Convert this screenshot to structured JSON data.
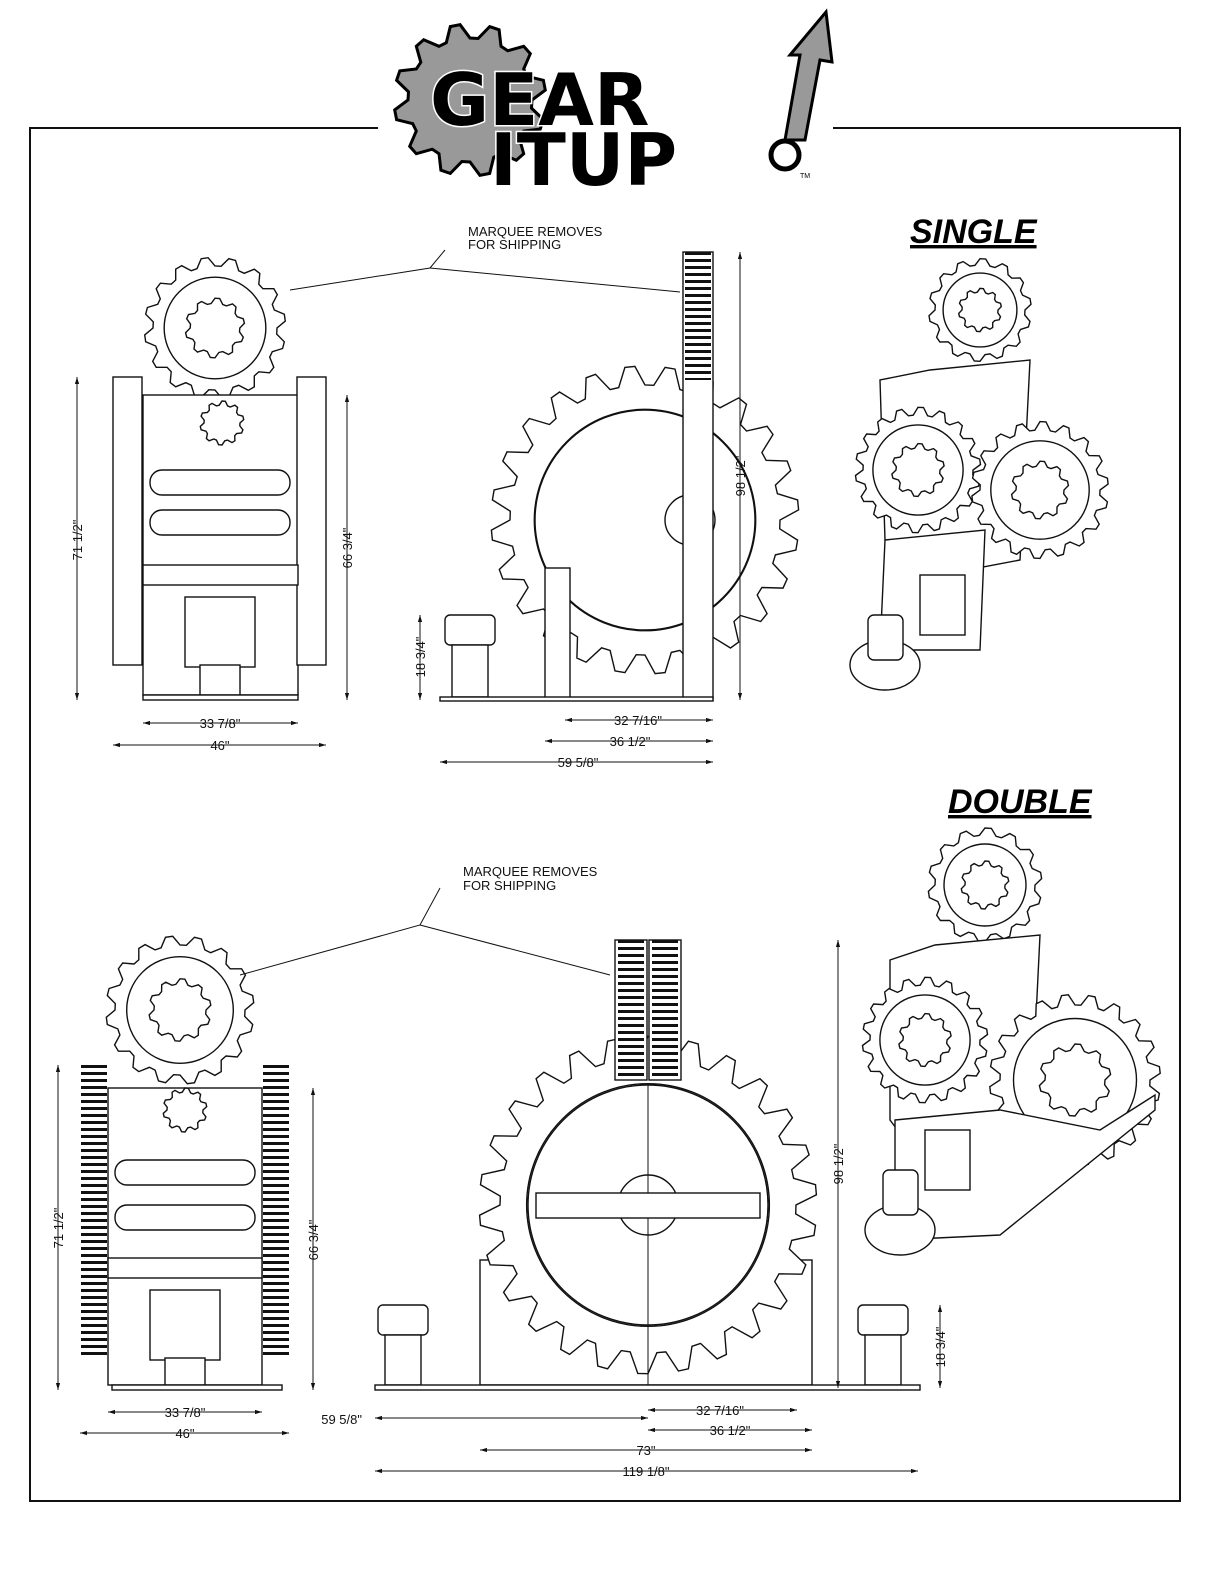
{
  "logo": {
    "line1": "GEAR",
    "line2": "ITUP",
    "trademark": "TM"
  },
  "single": {
    "title": "SINGLE",
    "marquee_note": [
      "MARQUEE REMOVES",
      "FOR SHIPPING"
    ],
    "front_dims": {
      "height_total": "71 1/2\"",
      "height_cabinet": "66 3/4\"",
      "width_cabinet": "33 7/8\"",
      "width_total": "46\""
    },
    "side_dims": {
      "height_total": "98 1/2\"",
      "stool_height": "18 3/4\"",
      "depth_cabinet": "32 7/16\"",
      "depth_base": "36 1/2\"",
      "depth_total": "59 5/8\""
    }
  },
  "double": {
    "title": "DOUBLE",
    "marquee_note": [
      "MARQUEE REMOVES",
      "FOR SHIPPING"
    ],
    "front_dims": {
      "height_total": "71 1/2\"",
      "height_cabinet": "66 3/4\"",
      "width_cabinet": "33 7/8\"",
      "width_total": "46\""
    },
    "side_dims": {
      "height_total": "98 1/2\"",
      "stool_height": "18 3/4\"",
      "half_span": "59 5/8\"",
      "depth_cabinet": "32 7/16\"",
      "depth_base": "36 1/2\"",
      "cabinet_span": "73\"",
      "total_span": "119 1/8\""
    }
  }
}
